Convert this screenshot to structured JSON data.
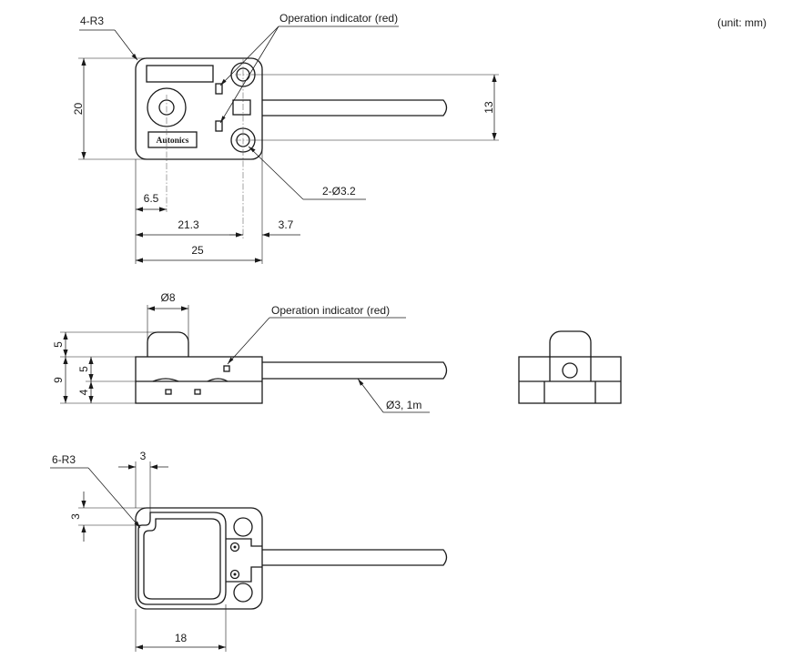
{
  "unit_note": "(unit: mm)",
  "views": {
    "top": {
      "corner_radius": "4-R3",
      "indicator_label": "Operation indicator (red)",
      "brand_logo": "Autonics",
      "hole_callout": "2-Ø3.2",
      "dims": {
        "height": "20",
        "hole_pitch": "13",
        "lens_x": "6.5",
        "hole_x": "21.3",
        "edge_to_hole": "3.7",
        "width": "25"
      }
    },
    "side": {
      "indicator_label": "Operation indicator (red)",
      "cable_callout": "Ø3, 1m",
      "dims": {
        "lens_dia": "Ø8",
        "lens_h": "5",
        "total_h": "9",
        "upper_h": "5",
        "lower_h": "4"
      }
    },
    "bottom": {
      "corner_radius": "6-R3",
      "dims": {
        "edge_w": "3",
        "edge_h": "3",
        "cover_w": "18"
      }
    }
  }
}
